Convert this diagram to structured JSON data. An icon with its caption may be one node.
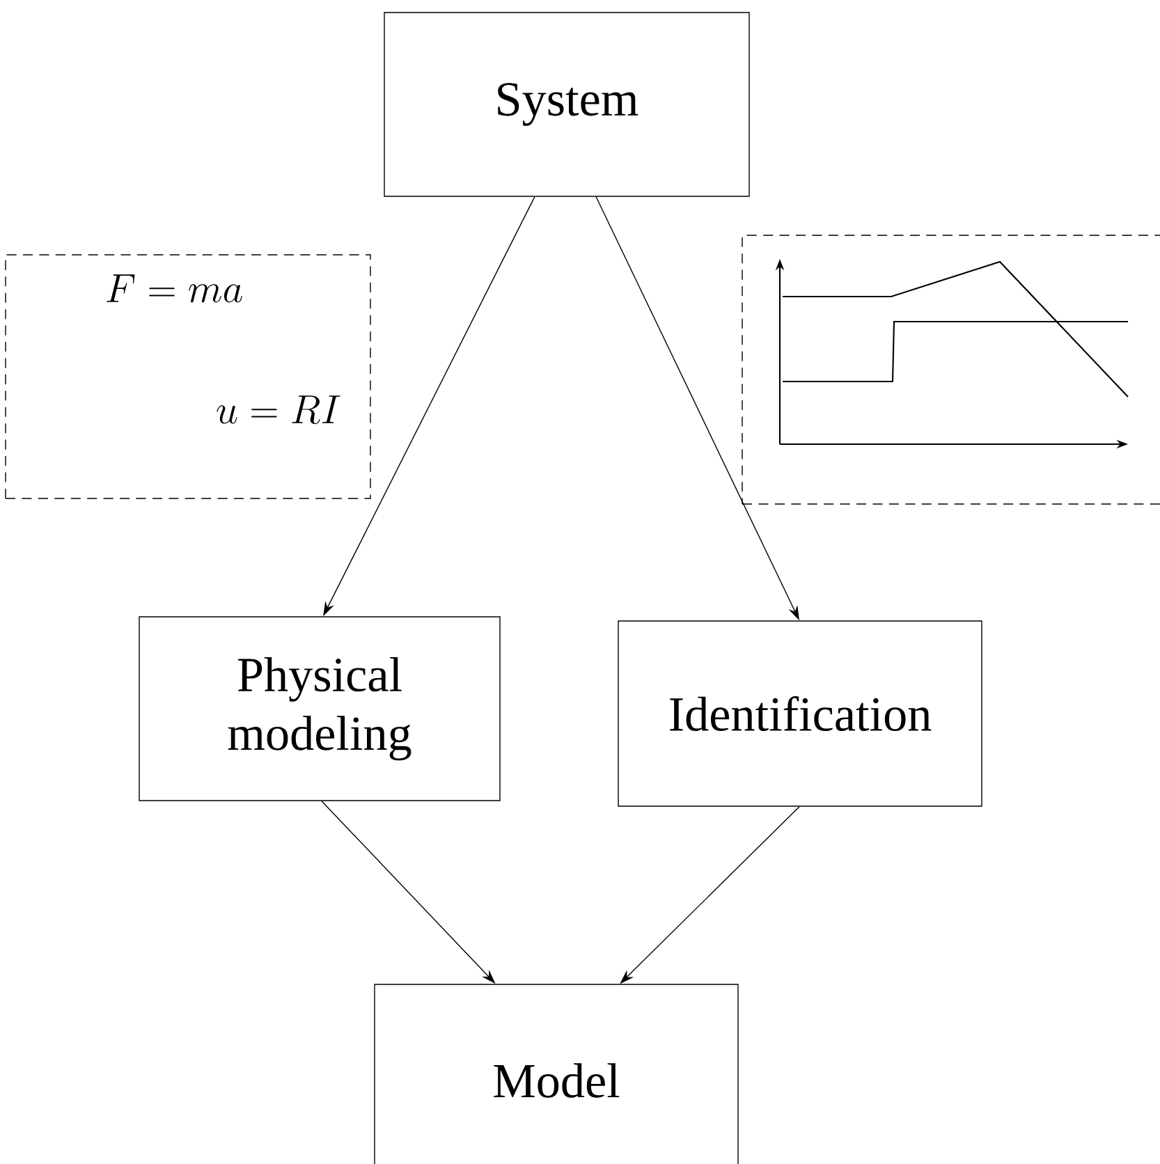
{
  "diagram": {
    "nodes": [
      {
        "text": [
          "System"
        ]
      },
      {
        "text": [
          "F = ma",
          "u = RI"
        ]
      },
      {
        "text": [],
        "shape": "box"
      },
      {
        "text": [
          "Physical modeling"
        ]
      },
      {
        "text": [
          "Identification"
        ]
      },
      {
        "text": [
          "Model"
        ]
      }
    ],
    "edges": [
      {
        "from": 0,
        "to": 3,
        "arrow": "to"
      },
      {
        "from": 0,
        "to": 4,
        "arrow": "to"
      },
      {
        "from": 3,
        "to": 5,
        "arrow": "to"
      },
      {
        "from": 4,
        "to": 5,
        "arrow": "to"
      }
    ]
  }
}
